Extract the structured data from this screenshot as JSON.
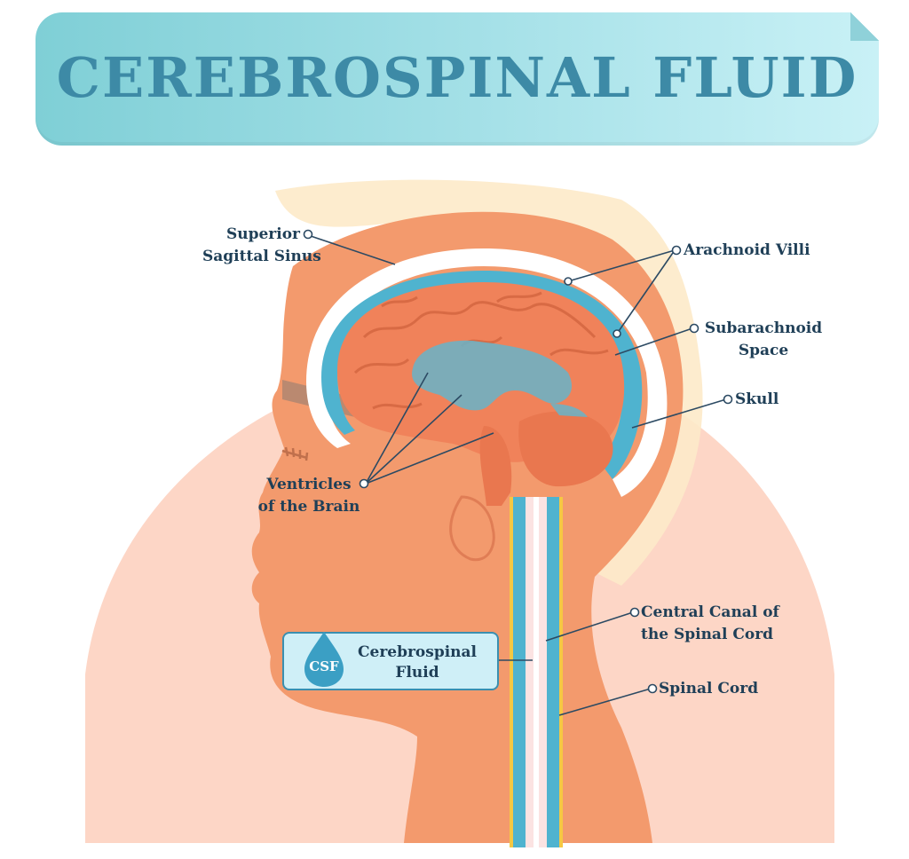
{
  "title": "CEREBROSPINAL FLUID",
  "labels": {
    "superior_sagittal_sinus": [
      "Superior",
      "Sagittal Sinus"
    ],
    "arachnoid_villi": "Arachnoid Villi",
    "subarachnoid_space": [
      "Subarachnoid",
      "Space"
    ],
    "skull": "Skull",
    "ventricles": [
      "Ventricles",
      "of the Brain"
    ],
    "central_canal": [
      "Central Canal of",
      "the Spinal Cord"
    ],
    "spinal_cord": "Spinal Cord"
  },
  "legend": {
    "badge": "CSF",
    "text": [
      "Cerebrospinal",
      "Fluid"
    ]
  },
  "colors": {
    "banner_start": "#7fcfd6",
    "banner_end": "#c9f1f6",
    "title": "#3d8aa6",
    "head_skin": "#f39a6d",
    "background_skin": "#fdd6c6",
    "brain": "#f0825a",
    "csf": "#4fb3cf",
    "skull": "#ffffff",
    "label_text": "#1f3f57",
    "leader_line": "#2c4a63"
  }
}
